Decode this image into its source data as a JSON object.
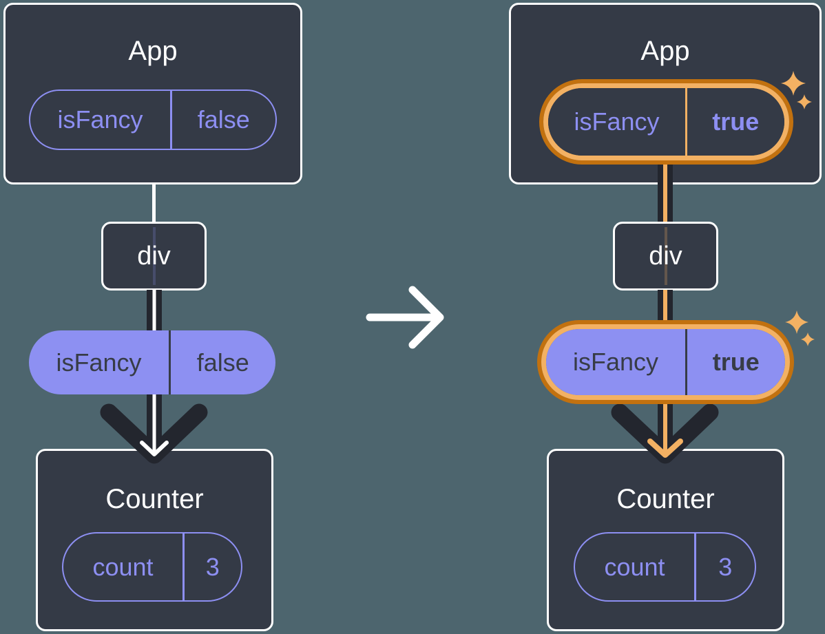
{
  "colors": {
    "background": "#4d656e",
    "node_fill": "#343a46",
    "node_border": "#ffffff",
    "accent_purple": "#8d8ff2",
    "pill_fill_purple": "#8d90f2",
    "text_on_purple": "#373c46",
    "arrow_dark": "#23262e",
    "highlight_orange": "#f3b163",
    "highlight_orange_dark": "#c2710f",
    "text_white": "#ffffff"
  },
  "icons": {
    "transition_arrow": "right-arrow",
    "flow_arrow": "down-arrow",
    "sparkles": "four-point-stars"
  },
  "diagrams": [
    {
      "name": "before",
      "app": {
        "title": "App",
        "pill": {
          "key": "isFancy",
          "value": "false"
        }
      },
      "div_node": {
        "label": "div"
      },
      "prop_pill": {
        "key": "isFancy",
        "value": "false"
      },
      "counter": {
        "title": "Counter",
        "pill": {
          "key": "count",
          "value": "3"
        }
      }
    },
    {
      "name": "after",
      "app": {
        "title": "App",
        "pill": {
          "key": "isFancy",
          "value": "true"
        }
      },
      "div_node": {
        "label": "div"
      },
      "prop_pill": {
        "key": "isFancy",
        "value": "true"
      },
      "counter": {
        "title": "Counter",
        "pill": {
          "key": "count",
          "value": "3"
        }
      }
    }
  ]
}
